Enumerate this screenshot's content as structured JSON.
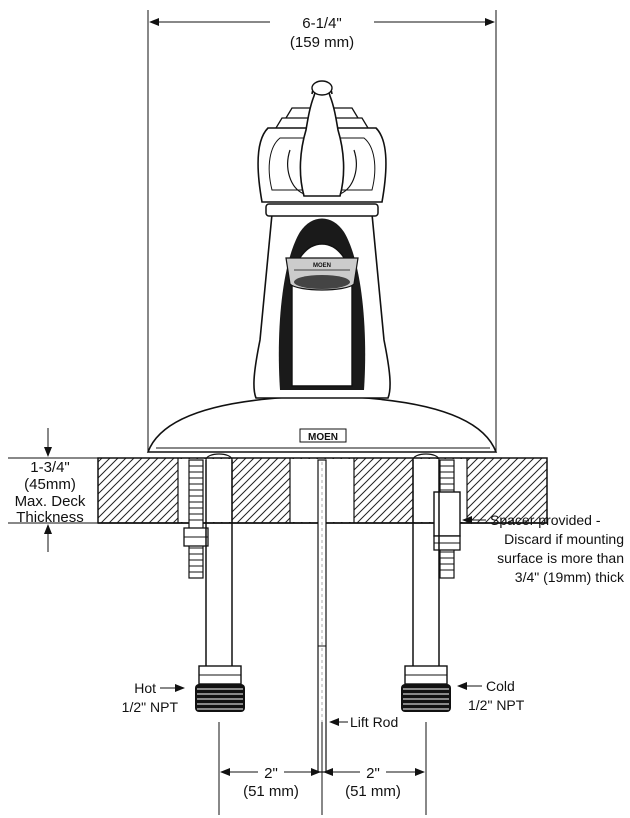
{
  "dimensions": {
    "width_imperial": "6-1/4\"",
    "width_metric": "(159 mm)",
    "deck_imperial": "1-3/4\"",
    "deck_metric": "(45mm)",
    "deck_line1": "Max. Deck",
    "deck_line2": "Thickness",
    "hot_spacing_imperial": "2\"",
    "hot_spacing_metric": "(51 mm)",
    "cold_spacing_imperial": "2\"",
    "cold_spacing_metric": "(51 mm)"
  },
  "callouts": {
    "spacer_line1": "Spacer provided -",
    "spacer_line2": "Discard if mounting",
    "spacer_line3": "surface is more than",
    "spacer_line4": "3/4\" (19mm) thick",
    "hot_label": "Hot",
    "hot_size": "1/2\" NPT",
    "cold_label": "Cold",
    "cold_size": "1/2\" NPT",
    "lift_rod": "Lift Rod"
  },
  "branding": {
    "logo_base": "MOEN",
    "logo_aerator": "MOEN"
  }
}
